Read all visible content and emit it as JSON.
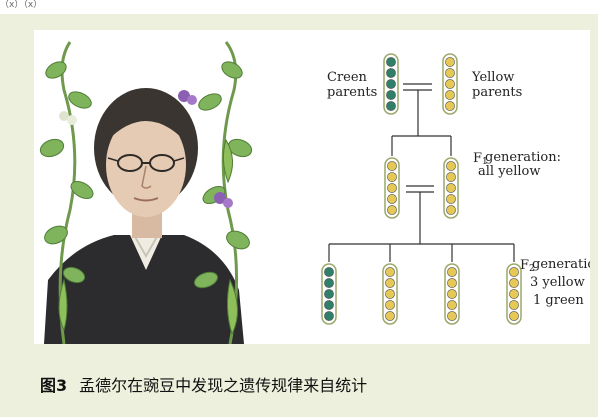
{
  "top_cut_text": "（ⅹ）（ⅹ）",
  "diagram": {
    "parents_green_label": [
      "Creen",
      "parents"
    ],
    "parents_yellow_label": [
      "Yellow",
      "parents"
    ],
    "f1_label": {
      "prefix": "F",
      "sub": "1",
      "lines": [
        "generation:",
        "all yellow"
      ]
    },
    "f2_label": {
      "prefix": "F",
      "sub": "2",
      "lines": [
        "generation:",
        "3 yellow",
        "1 green"
      ]
    }
  },
  "caption": {
    "figure_number": "图3",
    "text": "孟德尔在豌豆中发现之遗传规律来自统计"
  },
  "colors": {
    "page_bg": "#edf0dc",
    "green_pea": "#2f7f6a",
    "yellow_pea": "#e6c857",
    "pod_outline": "#9aa96a"
  }
}
